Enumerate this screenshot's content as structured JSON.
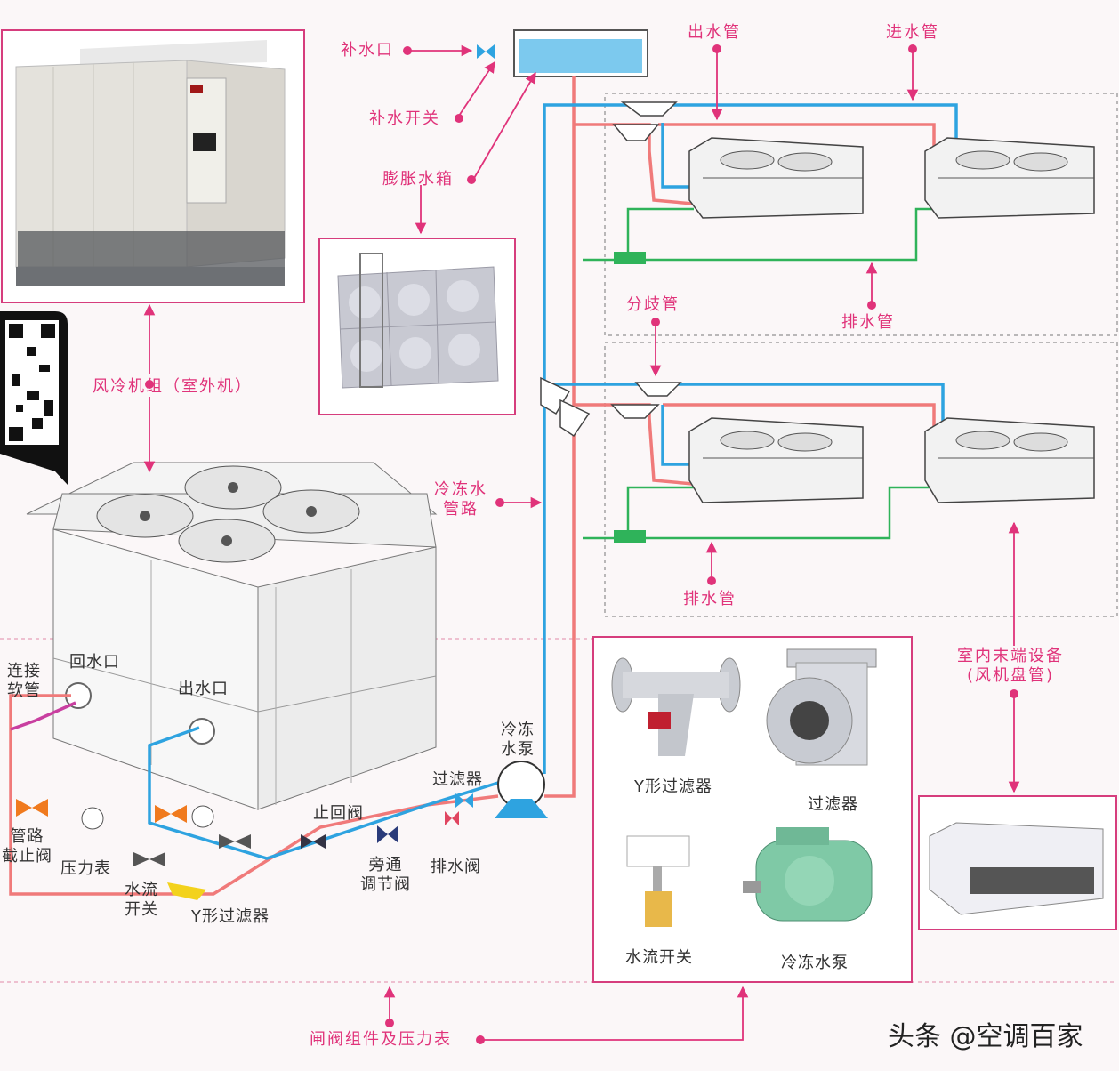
{
  "labels": {
    "bushuikou": "补水口",
    "bushui_kaiguan": "补水开关",
    "pengzhang_shuixiang": "膨胀水箱",
    "fengleng_jizu": "风冷机组（室外机）",
    "chushuiguan": "出水管",
    "jinshuiguan": "进水管",
    "fenqiguan": "分歧管",
    "paishuiguan_1": "排水管",
    "paishuiguan_2": "排水管",
    "lengdong_guanlu": "冷冻水\n管路",
    "shinei_moduan": "室内末端设备\n(风机盘管)",
    "zhafa_zujian": "闸阀组件及压力表"
  },
  "component_labels": {
    "huishuikou": "回水口",
    "chushuikou": "出水口",
    "lianjie_ruanguan": "连接\n软管",
    "guanlu_jiezhifa": "管路\n截止阀",
    "yalibiao": "压力表",
    "shuiliu_kaiguan": "水流\n开关",
    "y_guolvqi": "Y形过滤器",
    "zhihuifa": "止回阀",
    "pangtong_tiaojiefa": "旁通\n调节阀",
    "paishuifa": "排水阀",
    "guolvqi": "过滤器",
    "lengdong_shuibeng": "冷冻\n水泵"
  },
  "legend_items": {
    "y_guolvqi": "Y形过滤器",
    "guolvqi": "过滤器",
    "shuiliu_kaiguan": "水流开关",
    "lengdong_shuibeng": "冷冻水泵"
  },
  "watermark": "头条 @空调百家",
  "colors": {
    "accent": "#e0337a",
    "supply_pipe": "#2ea3e0",
    "return_pipe": "#f07a7a",
    "drain_pipe": "#2fb35a",
    "frame": "#d63d7d"
  }
}
